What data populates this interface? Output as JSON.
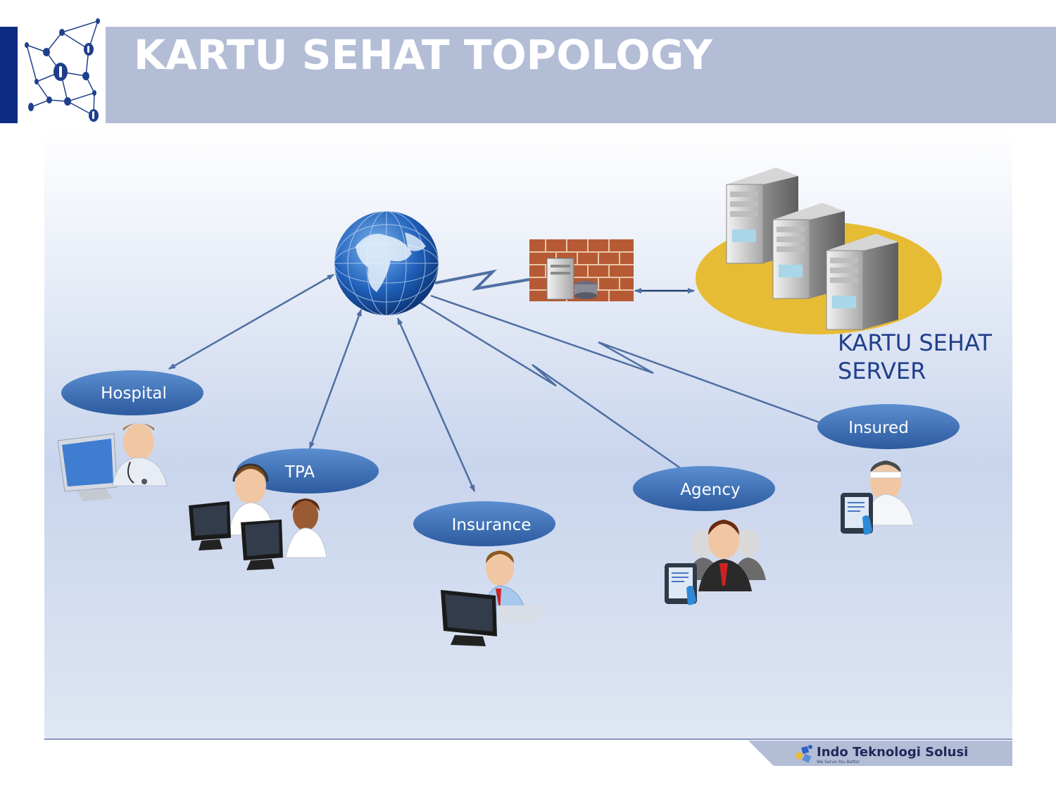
{
  "title": "KARTU SEHAT TOPOLOGY",
  "nodes": {
    "hospital": "Hospital",
    "tpa": "TPA",
    "insurance": "Insurance",
    "agency": "Agency",
    "insured": "Insured"
  },
  "server": {
    "caption_line1": "KARTU SEHAT",
    "caption_line2": "SERVER"
  },
  "footer": {
    "company": "Indo Teknologi Solusi",
    "tagline": "We Serve You Better"
  },
  "colors": {
    "header_band": "#b3bdd6",
    "left_accent": "#0e2b83",
    "node_fill": "#3a6fb5",
    "connector": "#4f6fa3",
    "server_platform": "#e6bc35"
  }
}
